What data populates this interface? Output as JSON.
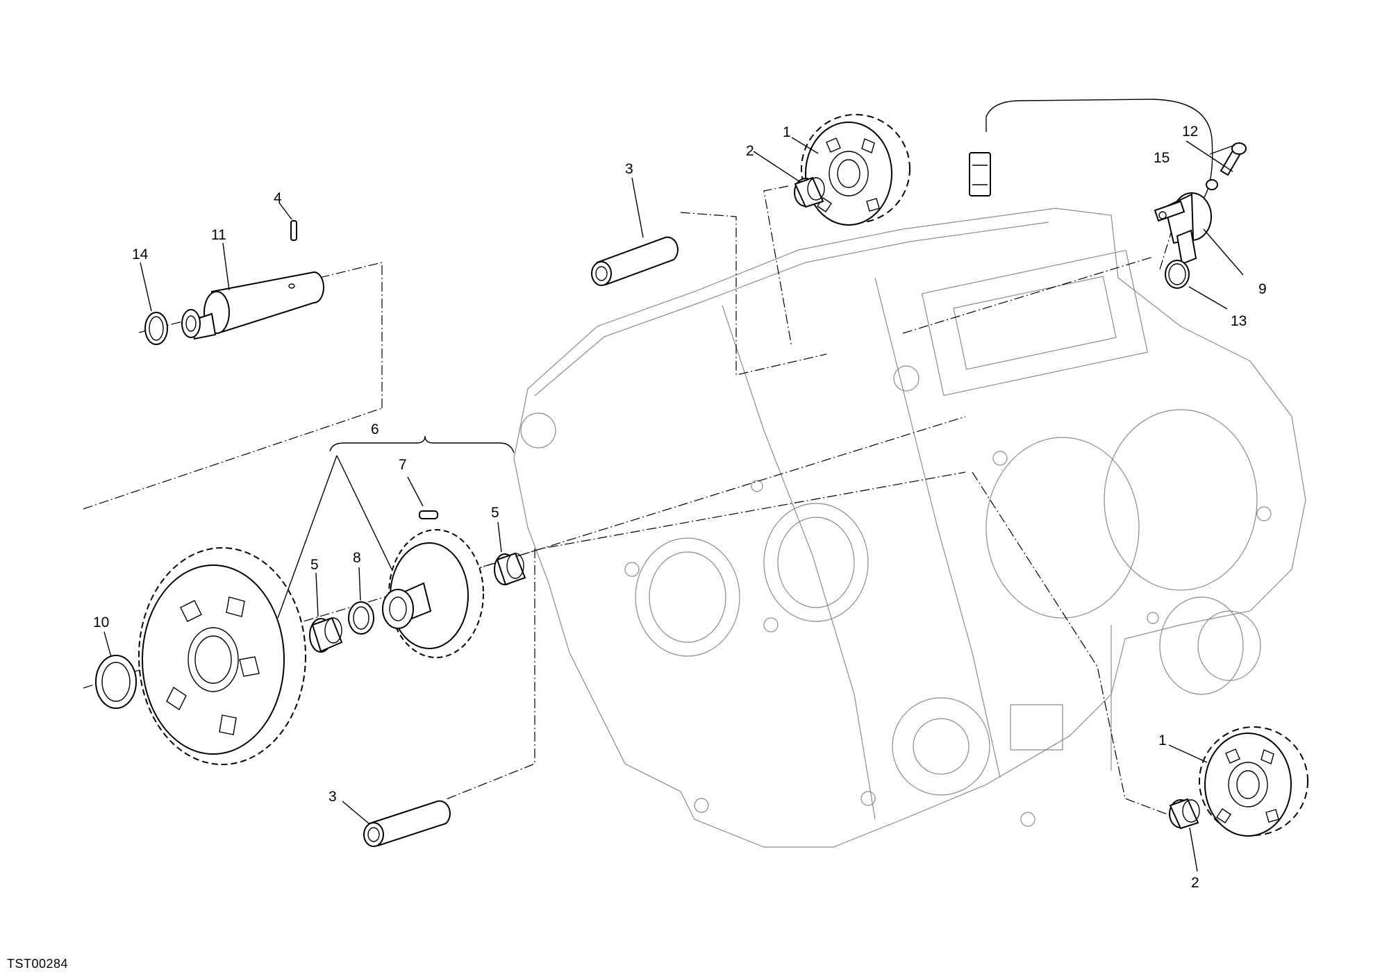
{
  "drawing_code": "TST00284",
  "callouts": {
    "c1a": "1",
    "c1b": "1",
    "c2a": "2",
    "c2b": "2",
    "c3a": "3",
    "c3b": "3",
    "c4": "4",
    "c5a": "5",
    "c5b": "5",
    "c6": "6",
    "c7": "7",
    "c8": "8",
    "c9": "9",
    "c10": "10",
    "c11": "11",
    "c12": "12",
    "c13": "13",
    "c14": "14",
    "c15": "15"
  },
  "icons": {
    "gear": "gear-icon",
    "bearing": "needle-bearing-icon",
    "sensor": "pickup-sensor-icon",
    "crankcase": "crankcase-icon"
  }
}
